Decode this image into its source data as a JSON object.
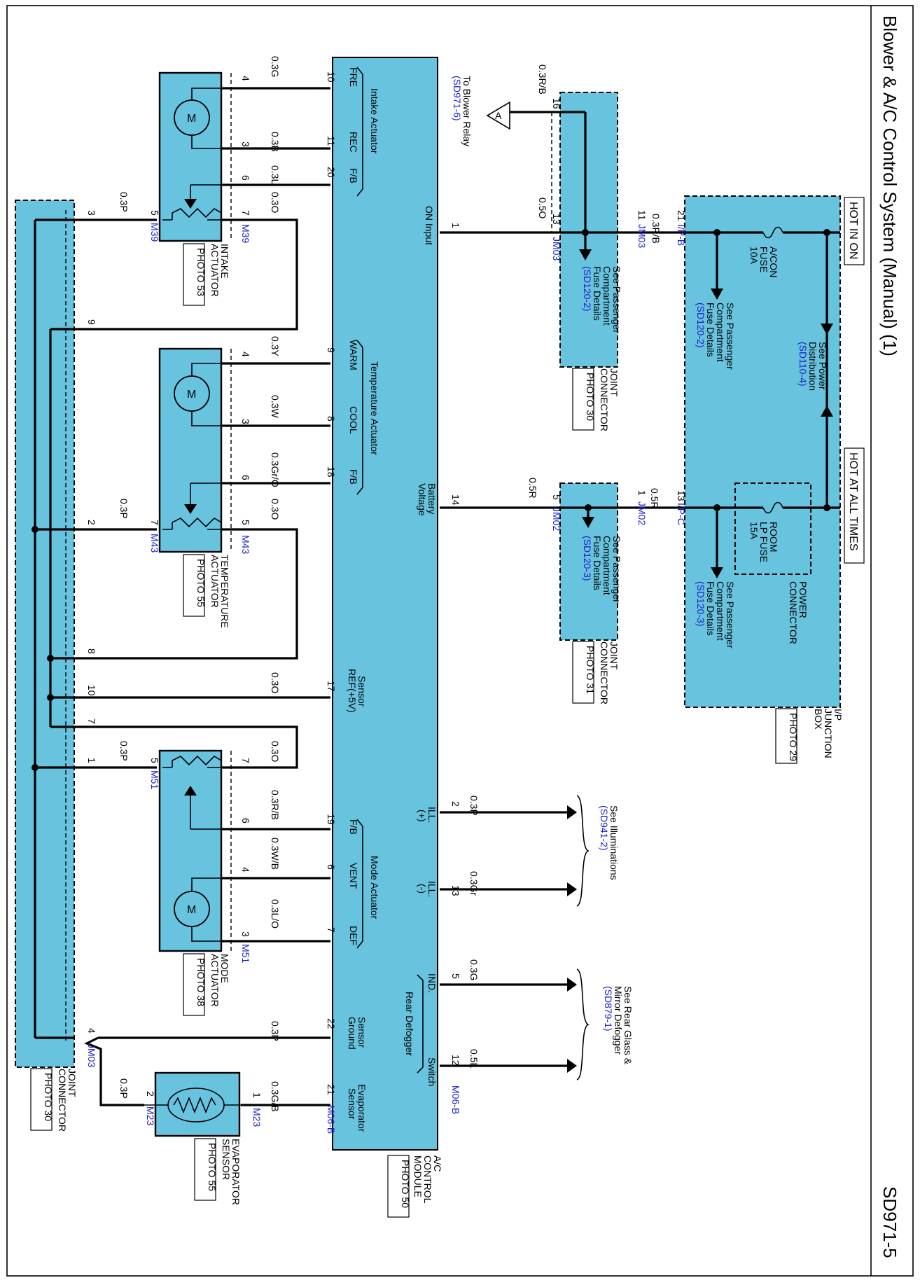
{
  "sheet": {
    "title": "Blower & A/C Control System    (Manual) (1)",
    "page_code": "SD971-5"
  },
  "junction_box": {
    "label": [
      "I/P",
      "JUNCTION",
      "BOX"
    ],
    "photo": "PHOTO 29",
    "hot_in_on": "HOT IN ON",
    "hot_at_all_times": "HOT AT ALL TIMES",
    "power_connector": [
      "POWER",
      "CONNECTOR"
    ],
    "fuse_acon": [
      "A/CON",
      "FUSE",
      "10A"
    ],
    "fuse_room": [
      "ROOM",
      "LP FUSE",
      "15A"
    ],
    "see_power": [
      "See Power",
      "Distribution"
    ],
    "see_power_ref": "(SD110-4)",
    "see_pcf_1": [
      "See Passenger",
      "Compartment",
      "Fuse Details"
    ],
    "see_pcf_1_ref": "(SD120-2)",
    "see_pcf_2": [
      "See Passenger",
      "Compartment",
      "Fuse Details"
    ],
    "see_pcf_2_ref": "(SD120-3)",
    "ipb_pin": "21",
    "ipb_name": "I/P-B",
    "ipc_pin": "13",
    "ipc_name": "I/P-C"
  },
  "jm03_top": {
    "label": [
      "JOINT",
      "CONNECTOR"
    ],
    "photo": "PHOTO 30",
    "see": [
      "See Passenger",
      "Compartment",
      "Fuse Details"
    ],
    "see_ref": "(SD120-2)",
    "pin_in": "11",
    "pin_out": "13",
    "pin_top": "16",
    "name": "JM03"
  },
  "jm02": {
    "label": [
      "JOINT",
      "CONNECTOR"
    ],
    "photo": "PHOTO 31",
    "see": [
      "See Passenger",
      "Compartment",
      "Fuse Details"
    ],
    "see_ref": "(SD120-3)",
    "pin_in": "1",
    "pin_out": "5",
    "name": "JM02"
  },
  "blower_relay": {
    "connector": "A",
    "text": "To Blower Relay",
    "ref": "(SD971-6)"
  },
  "module": {
    "label": [
      "A/C",
      "CONTROL",
      "MODULE"
    ],
    "photo": "PHOTO 50",
    "on_input": "ON Input",
    "battery": [
      "Battery",
      "Voltage"
    ],
    "ill_plus": [
      "ILL.",
      "(+)"
    ],
    "ill_minus": [
      "ILL.",
      "(-)"
    ],
    "rear_defogger": "Rear Defogger",
    "ind": "IND.",
    "switch": "Switch",
    "intake_actuator": "Intake Actuator",
    "temp_actuator": "Temperature Actuator",
    "mode_actuator": "Mode Actuator",
    "sensor_ref": [
      "Sensor",
      "REF(+5V)"
    ],
    "sensor_ground": [
      "Sensor",
      "Ground"
    ],
    "evap_sensor": [
      "Evaporator",
      "Sensor"
    ],
    "fre": "FRE",
    "rec": "REC",
    "fb": "F/B",
    "warm": "WARM",
    "cool": "COOL",
    "f_b": "F/B",
    "vent": "VENT",
    "def": "DEF",
    "m06b_left": "M06-B",
    "m06b_right": "M06-B"
  },
  "pins": {
    "p1": "1",
    "p14": "14",
    "p2": "2",
    "p13": "13",
    "p5": "5",
    "p12": "12",
    "p10": "10",
    "p11": "11",
    "p20": "20",
    "p9": "9",
    "p8": "8",
    "p18": "18",
    "p17": "17",
    "p19": "19",
    "p6": "6",
    "p7": "7",
    "p22": "22",
    "p21": "21"
  },
  "wires": {
    "w_016": "0.3R/B",
    "w_021": "0.3R/B",
    "w_013": "0.5O",
    "w_bat1": "0.5R",
    "w_bat2": "0.5R",
    "w_fre": "0.3G",
    "w_rec": "0.3B",
    "w_fb": "0.3L",
    "w_intake7": "0.3O",
    "w_warm": "0.3Y",
    "w_cool": "0.3W",
    "w_tfb": "0.3Gr/O",
    "w_temp5": "0.3O",
    "w_ref": "0.3O",
    "w_mode7": "0.3O",
    "w_mfb": "0.3R/B",
    "w_vent": "0.3W/B",
    "w_def": "0.3L/O",
    "w_gnd": "0.3P",
    "w_evap": "0.3G/B",
    "w_p39": "0.3P",
    "w_p43": "0.3P",
    "w_p51": "0.3P",
    "w_p23": "0.3P",
    "w_ill_p": "0.3P",
    "w_ill_m": "0.3Gr",
    "w_ind": "0.3G",
    "w_sw": "0.5L"
  },
  "illum": {
    "text": "See Illuminations",
    "ref": "(SD941-2)"
  },
  "defog": {
    "text": [
      "See Rear Glass &",
      "Mirror Defogger"
    ],
    "ref": "(SD879-1)"
  },
  "intake": {
    "label": [
      "INTAKE",
      "ACTUATOR"
    ],
    "photo": "PHOTO 53",
    "conn": "M39",
    "pins": [
      "4",
      "3",
      "6",
      "7",
      "5"
    ]
  },
  "temperature": {
    "label": [
      "TEMPERATURE",
      "ACTUATOR"
    ],
    "photo": "PHOTO 55",
    "conn": "M43",
    "pins": [
      "4",
      "3",
      "6",
      "5",
      "7"
    ]
  },
  "mode": {
    "label": [
      "MODE",
      "ACTUATOR"
    ],
    "photo": "PHOTO 38",
    "conn": "M51",
    "pins": [
      "7",
      "6",
      "4",
      "3",
      "5"
    ]
  },
  "evap": {
    "label": [
      "EVAPORATOR",
      "SENSOR"
    ],
    "photo": "PHOTO 55",
    "conn": "M23",
    "pins": [
      "1",
      "2"
    ]
  },
  "jm03_bottom": {
    "label": [
      "JOINT",
      "CONNECTOR"
    ],
    "photo": "PHOTO 30",
    "name": "JM03",
    "pins": [
      "3",
      "9",
      "2",
      "8",
      "10",
      "7",
      "1",
      "4"
    ]
  },
  "motor_symbol": "M"
}
